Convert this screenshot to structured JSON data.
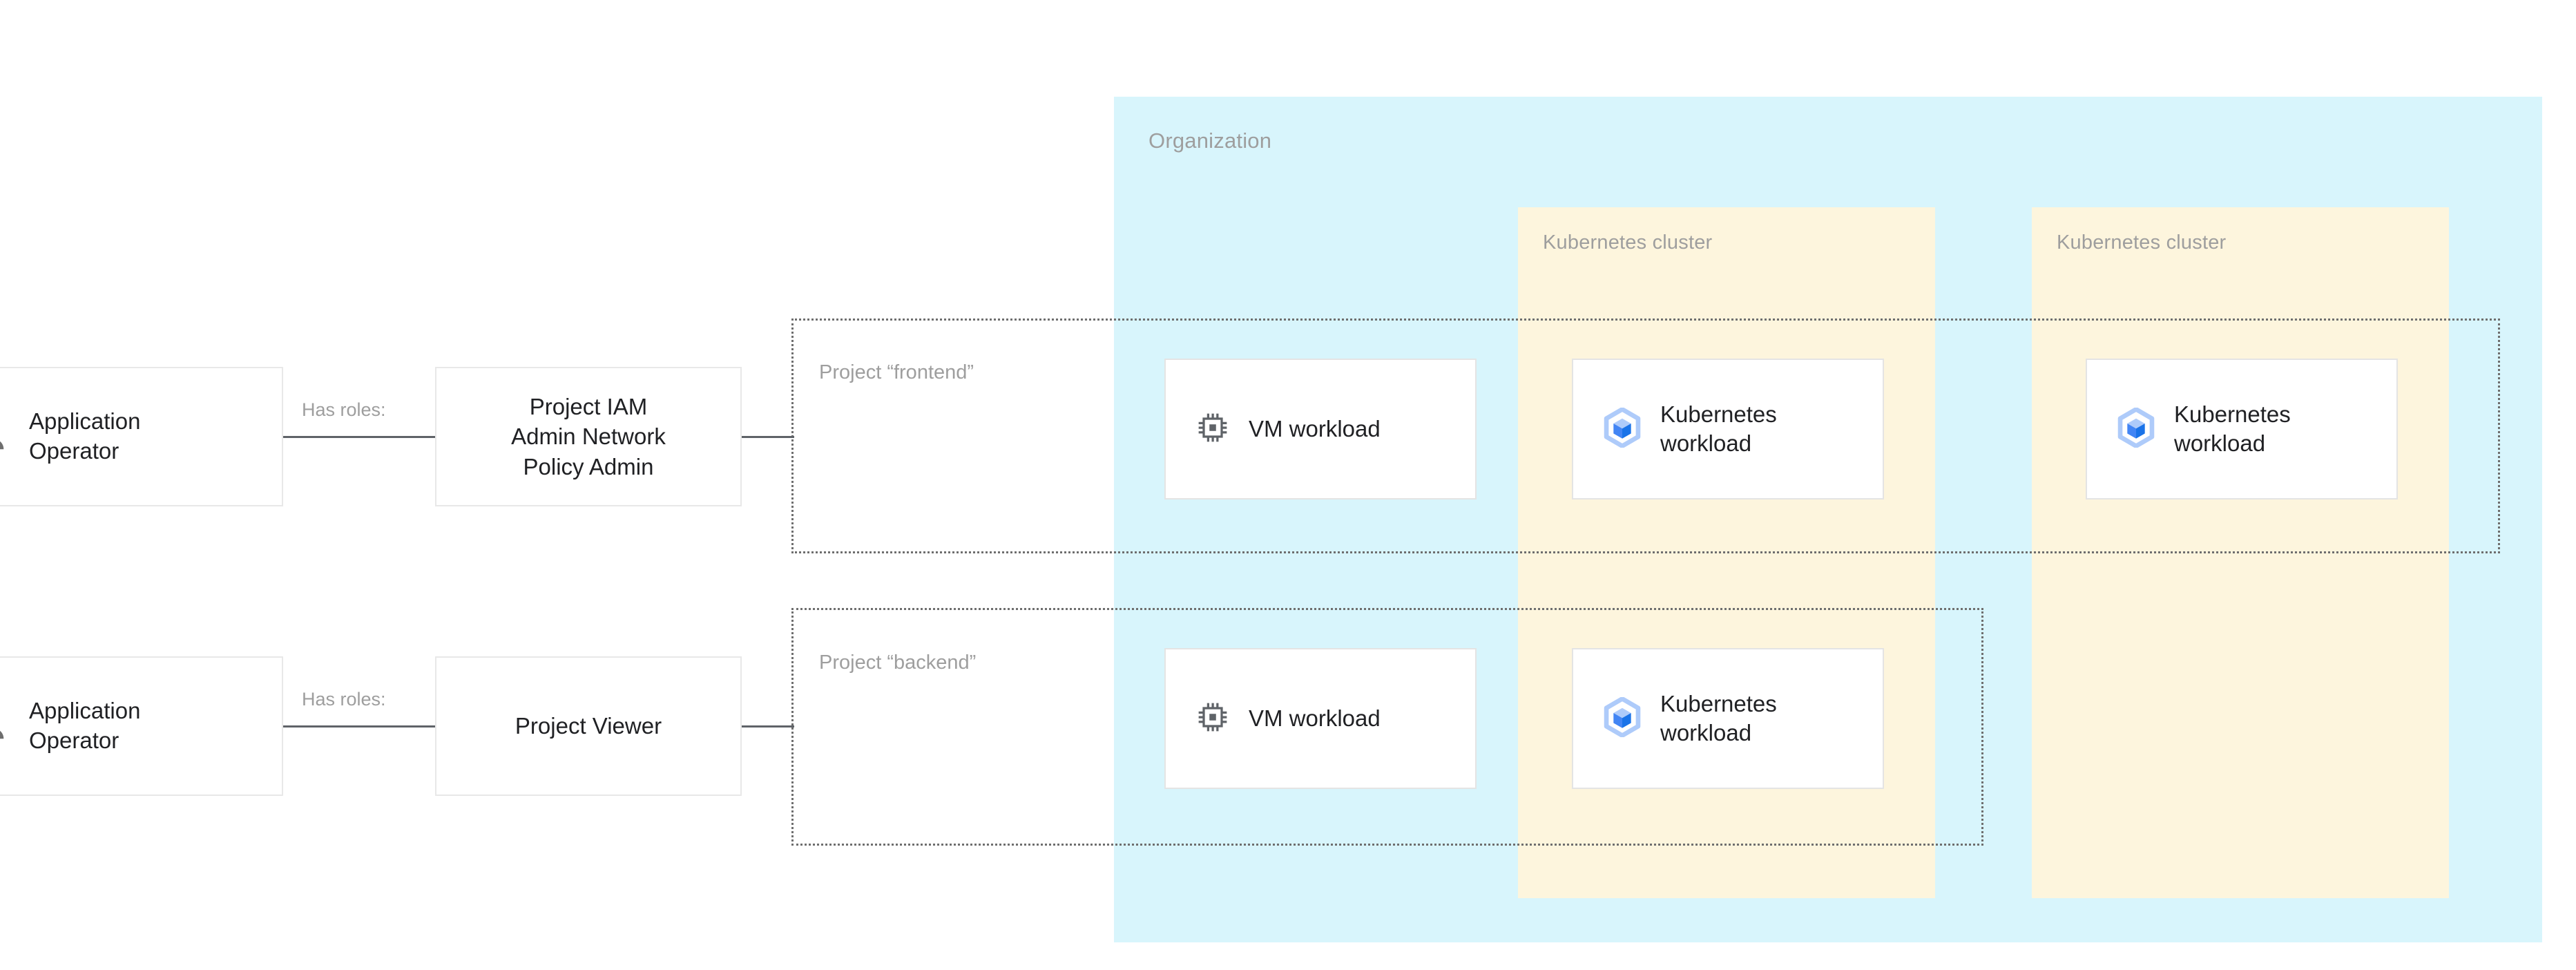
{
  "diagram": {
    "organization": {
      "label": "Organization",
      "bg_color": "#d8f5fc"
    },
    "clusters": [
      {
        "label": "Kubernetes cluster",
        "bg_color": "#fdf5dd"
      },
      {
        "label": "Kubernetes cluster",
        "bg_color": "#fdf5dd"
      }
    ],
    "projects": [
      {
        "label": "Project “frontend”"
      },
      {
        "label": "Project “backend”"
      }
    ],
    "actors": [
      {
        "label": "Application\nOperator",
        "icon": "person-icon"
      },
      {
        "label": "Application\nOperator",
        "icon": "person-icon"
      }
    ],
    "roles": [
      {
        "label": "Project IAM\nAdmin Network\nPolicy Admin"
      },
      {
        "label": "Project Viewer"
      }
    ],
    "connector_captions": [
      "Has roles:",
      "Has roles:"
    ],
    "workloads": {
      "vm_frontend": {
        "label": "VM workload",
        "icon": "cpu-chip-icon"
      },
      "vm_backend": {
        "label": "VM workload",
        "icon": "cpu-chip-icon"
      },
      "k8s_frontend_cluster1": {
        "label": "Kubernetes\nworkload",
        "icon": "kubernetes-icon"
      },
      "k8s_backend_cluster1": {
        "label": "Kubernetes\nworkload",
        "icon": "kubernetes-icon"
      },
      "k8s_frontend_cluster2": {
        "label": "Kubernetes\nworkload",
        "icon": "kubernetes-icon"
      }
    },
    "colors": {
      "organization_fill": "#d8f5fc",
      "cluster_fill": "#fdf5dd",
      "card_border": "#e4e4e4",
      "label_gray": "#9e9e9e",
      "text_dark": "#202124",
      "connector_gray": "#5f6368",
      "kubernetes_blue": "#4285f4",
      "kubernetes_light_blue": "#aecbfa",
      "person_gray": "#6e6e6e"
    }
  }
}
